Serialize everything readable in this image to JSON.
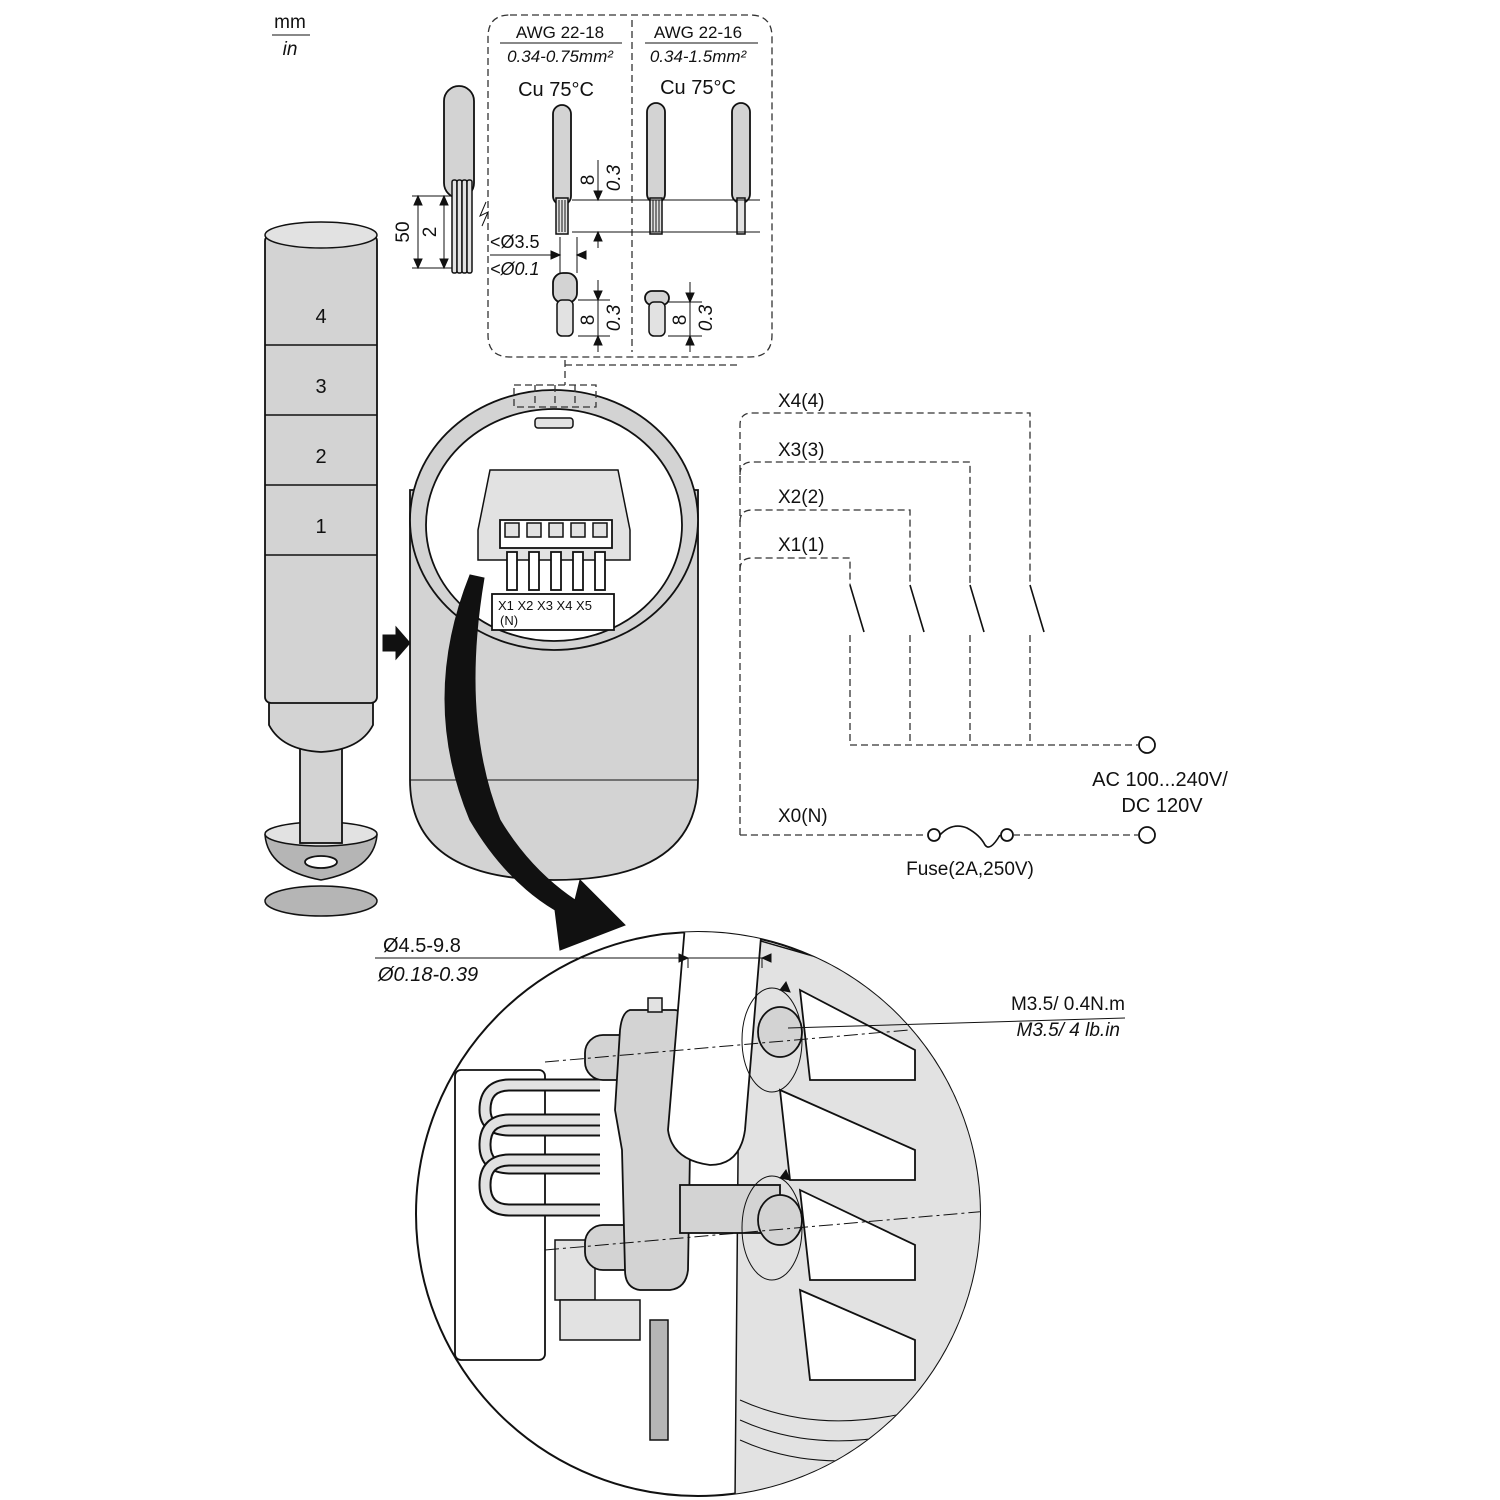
{
  "units": {
    "metric": "mm",
    "imperial": "in"
  },
  "wire_spec": {
    "left": {
      "awg": "AWG 22-18",
      "section": "0.34-0.75mm²",
      "rating": "Cu 75°C"
    },
    "right": {
      "awg": "AWG 22-16",
      "section": "0.34-1.5mm²",
      "rating": "Cu 75°C"
    }
  },
  "cable_dims": {
    "sheath": "50",
    "strip": "2"
  },
  "strip_dims": {
    "length_mm": "8",
    "length_in": "0.3",
    "dia_mm": "<Ø3.5",
    "dia_in": "<Ø0.1"
  },
  "tower_tiers": [
    "4",
    "3",
    "2",
    "1"
  ],
  "terminal_label": {
    "terminals": "X1 X2 X3 X4 X5",
    "neutral": "(N)"
  },
  "circuit": {
    "lines": [
      "X4(4)",
      "X3(3)",
      "X2(2)",
      "X1(1)"
    ],
    "neutral": "X0(N)",
    "supply_line1": "AC 100...240V/",
    "supply_line2": "DC 120V",
    "fuse": "Fuse(2A,250V)"
  },
  "cable_gland": {
    "mm": "Ø4.5-9.8",
    "in": "Ø0.18-0.39"
  },
  "torque": {
    "metric": "M3.5/ 0.4N.m",
    "imperial": "M3.5/ 4 lb.in"
  }
}
